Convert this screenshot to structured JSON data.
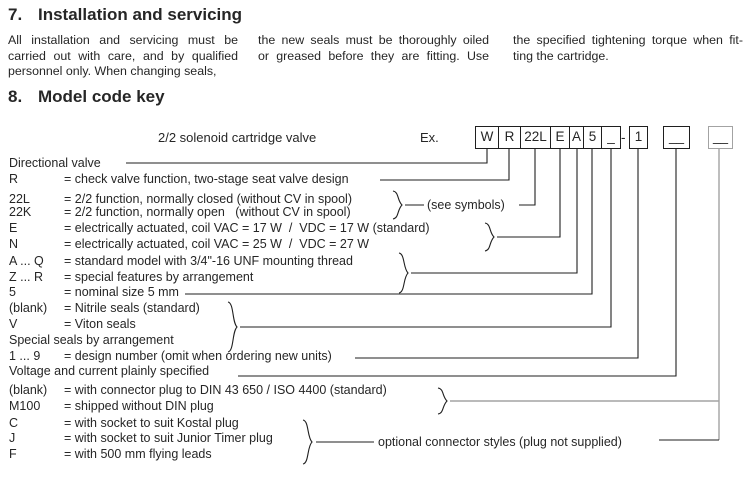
{
  "colors": {
    "line": "#1f1f1f",
    "grey_line": "#a3a3a3",
    "text": "#262626",
    "background": "#ffffff"
  },
  "section7": {
    "number": "7.",
    "title": "Installation and servicing",
    "col1_lines": [
      "All installation and servicing  must be",
      "carried out with care, and by qualified",
      "personnel only. When changing seals,"
    ],
    "col2_lines": [
      "the new seals must be thoroughly oiled",
      "or greased before they are fitting. Use"
    ],
    "col3_lines": [
      "the specified tightening torque when fit-",
      "ting the cartridge."
    ]
  },
  "section8": {
    "number": "8.",
    "title": "Model code key",
    "code_label": "2/2 solenoid cartridge valve",
    "example_label": "Ex.",
    "boxes": [
      "W",
      "R",
      "22L",
      "E",
      "A",
      "5",
      "_"
    ],
    "separator": "-",
    "box_design": "1",
    "box_voltage": "__",
    "box_connector": "__",
    "annotations": {
      "see_symbols": "(see symbols)",
      "optional_connector": "optional connector styles (plug not supplied)"
    },
    "rows": [
      {
        "label": "Directional valve",
        "desc": ""
      },
      {
        "label": "R",
        "desc": "= check valve function, two-stage seat valve design"
      },
      {
        "label": "22L",
        "desc": "= 2/2 function, normally closed (without CV in spool)"
      },
      {
        "label": "22K",
        "desc": "= 2/2 function, normally open   (without CV in spool)"
      },
      {
        "label": "E",
        "desc": "= electrically actuated, coil VAC = 17 W  /  VDC = 17 W (standard)"
      },
      {
        "label": "N",
        "desc": "= electrically actuated, coil VAC = 25 W  /  VDC = 27 W"
      },
      {
        "label": "A ... Q",
        "desc": "= standard model with 3/4\"-16 UNF mounting thread"
      },
      {
        "label": "Z ... R",
        "desc": "= special features by arrangement"
      },
      {
        "label": "5",
        "desc": "= nominal size 5 mm"
      },
      {
        "label": "(blank)",
        "desc": "= Nitrile seals (standard)"
      },
      {
        "label": "V",
        "desc": "= Viton seals"
      },
      {
        "label": "Special seals by arrangement",
        "desc": ""
      },
      {
        "label": "1 ... 9",
        "desc": "= design number (omit when ordering new units)"
      },
      {
        "label": "Voltage and current plainly specified",
        "desc": ""
      },
      {
        "label": "(blank)",
        "desc": "= with connector plug to DIN 43 650 / ISO 4400 (standard)"
      },
      {
        "label": "M100",
        "desc": "= shipped without DIN plug"
      },
      {
        "label": "C",
        "desc": "= with socket to suit Kostal plug"
      },
      {
        "label": "J",
        "desc": "= with socket to suit Junior Timer plug"
      },
      {
        "label": "F",
        "desc": "= with 500 mm flying leads"
      }
    ]
  }
}
